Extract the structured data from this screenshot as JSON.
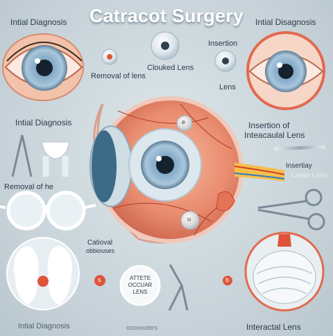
{
  "title": "Catracot Surgery",
  "labels": {
    "top_left": "Intial Diagnosis",
    "top_right": "Intial Disagnosis",
    "removal_of_lens": "Removal of lens",
    "clouded_lens": "Clouked Lens",
    "insertion": "Insertion",
    "lens": "Lens",
    "mid_left_diagnosis": "Intial Diagnosis",
    "insertion_iol_line1": "Insertion of",
    "insertion_iol_line2": "Inteacaulal Lens",
    "removal_of_he": "Removal of he",
    "insertiay_line1": "Insertiay",
    "insertiay_line2": "Laose Lens",
    "catioval_line1": "Catioval",
    "catioval_line2": "obbiouses",
    "attete_line1": "ATTETE",
    "attete_line2": "OCCUAR",
    "attete_line3": "LENS",
    "bottom_left": "Intial Diagnosis",
    "bottom_center": "ooooouters",
    "bottom_right": "Interactal Lens"
  },
  "markers": {
    "e": "e",
    "u": "u",
    "s": "s",
    "b": "b"
  },
  "colors": {
    "title": "#ffffff",
    "iris": "#8fb6d3",
    "eye_tissue": "#e07a62",
    "eye_skin": "#f2b49a",
    "marker_red": "#e0533b"
  }
}
